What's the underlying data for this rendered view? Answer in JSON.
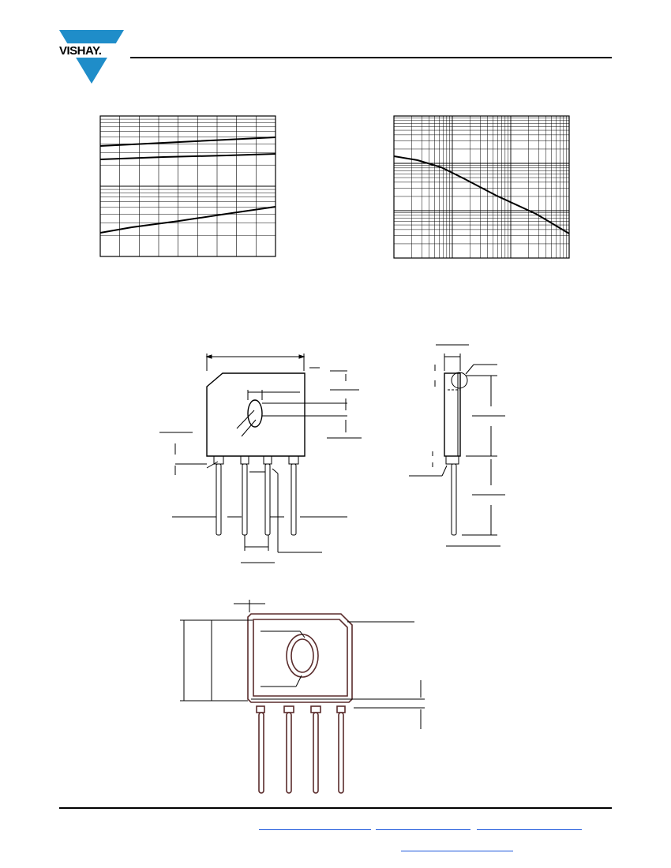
{
  "header": {
    "logo_text": "VISHAY.",
    "brand_color": "#1f8dc9"
  },
  "charts": [
    {
      "name": "left-semilog-chart",
      "type": "line",
      "y_scale": "log",
      "grid": true
    },
    {
      "name": "right-loglog-chart",
      "type": "line",
      "x_scale": "log",
      "y_scale": "log",
      "grid": true
    }
  ],
  "drawings": [
    {
      "name": "package-front-view",
      "kind": "dimension-drawing"
    },
    {
      "name": "package-side-view",
      "kind": "dimension-drawing"
    },
    {
      "name": "package-mounting-pad-view",
      "kind": "outline-drawing"
    }
  ],
  "footer": {
    "link_color": "#1a56db"
  }
}
